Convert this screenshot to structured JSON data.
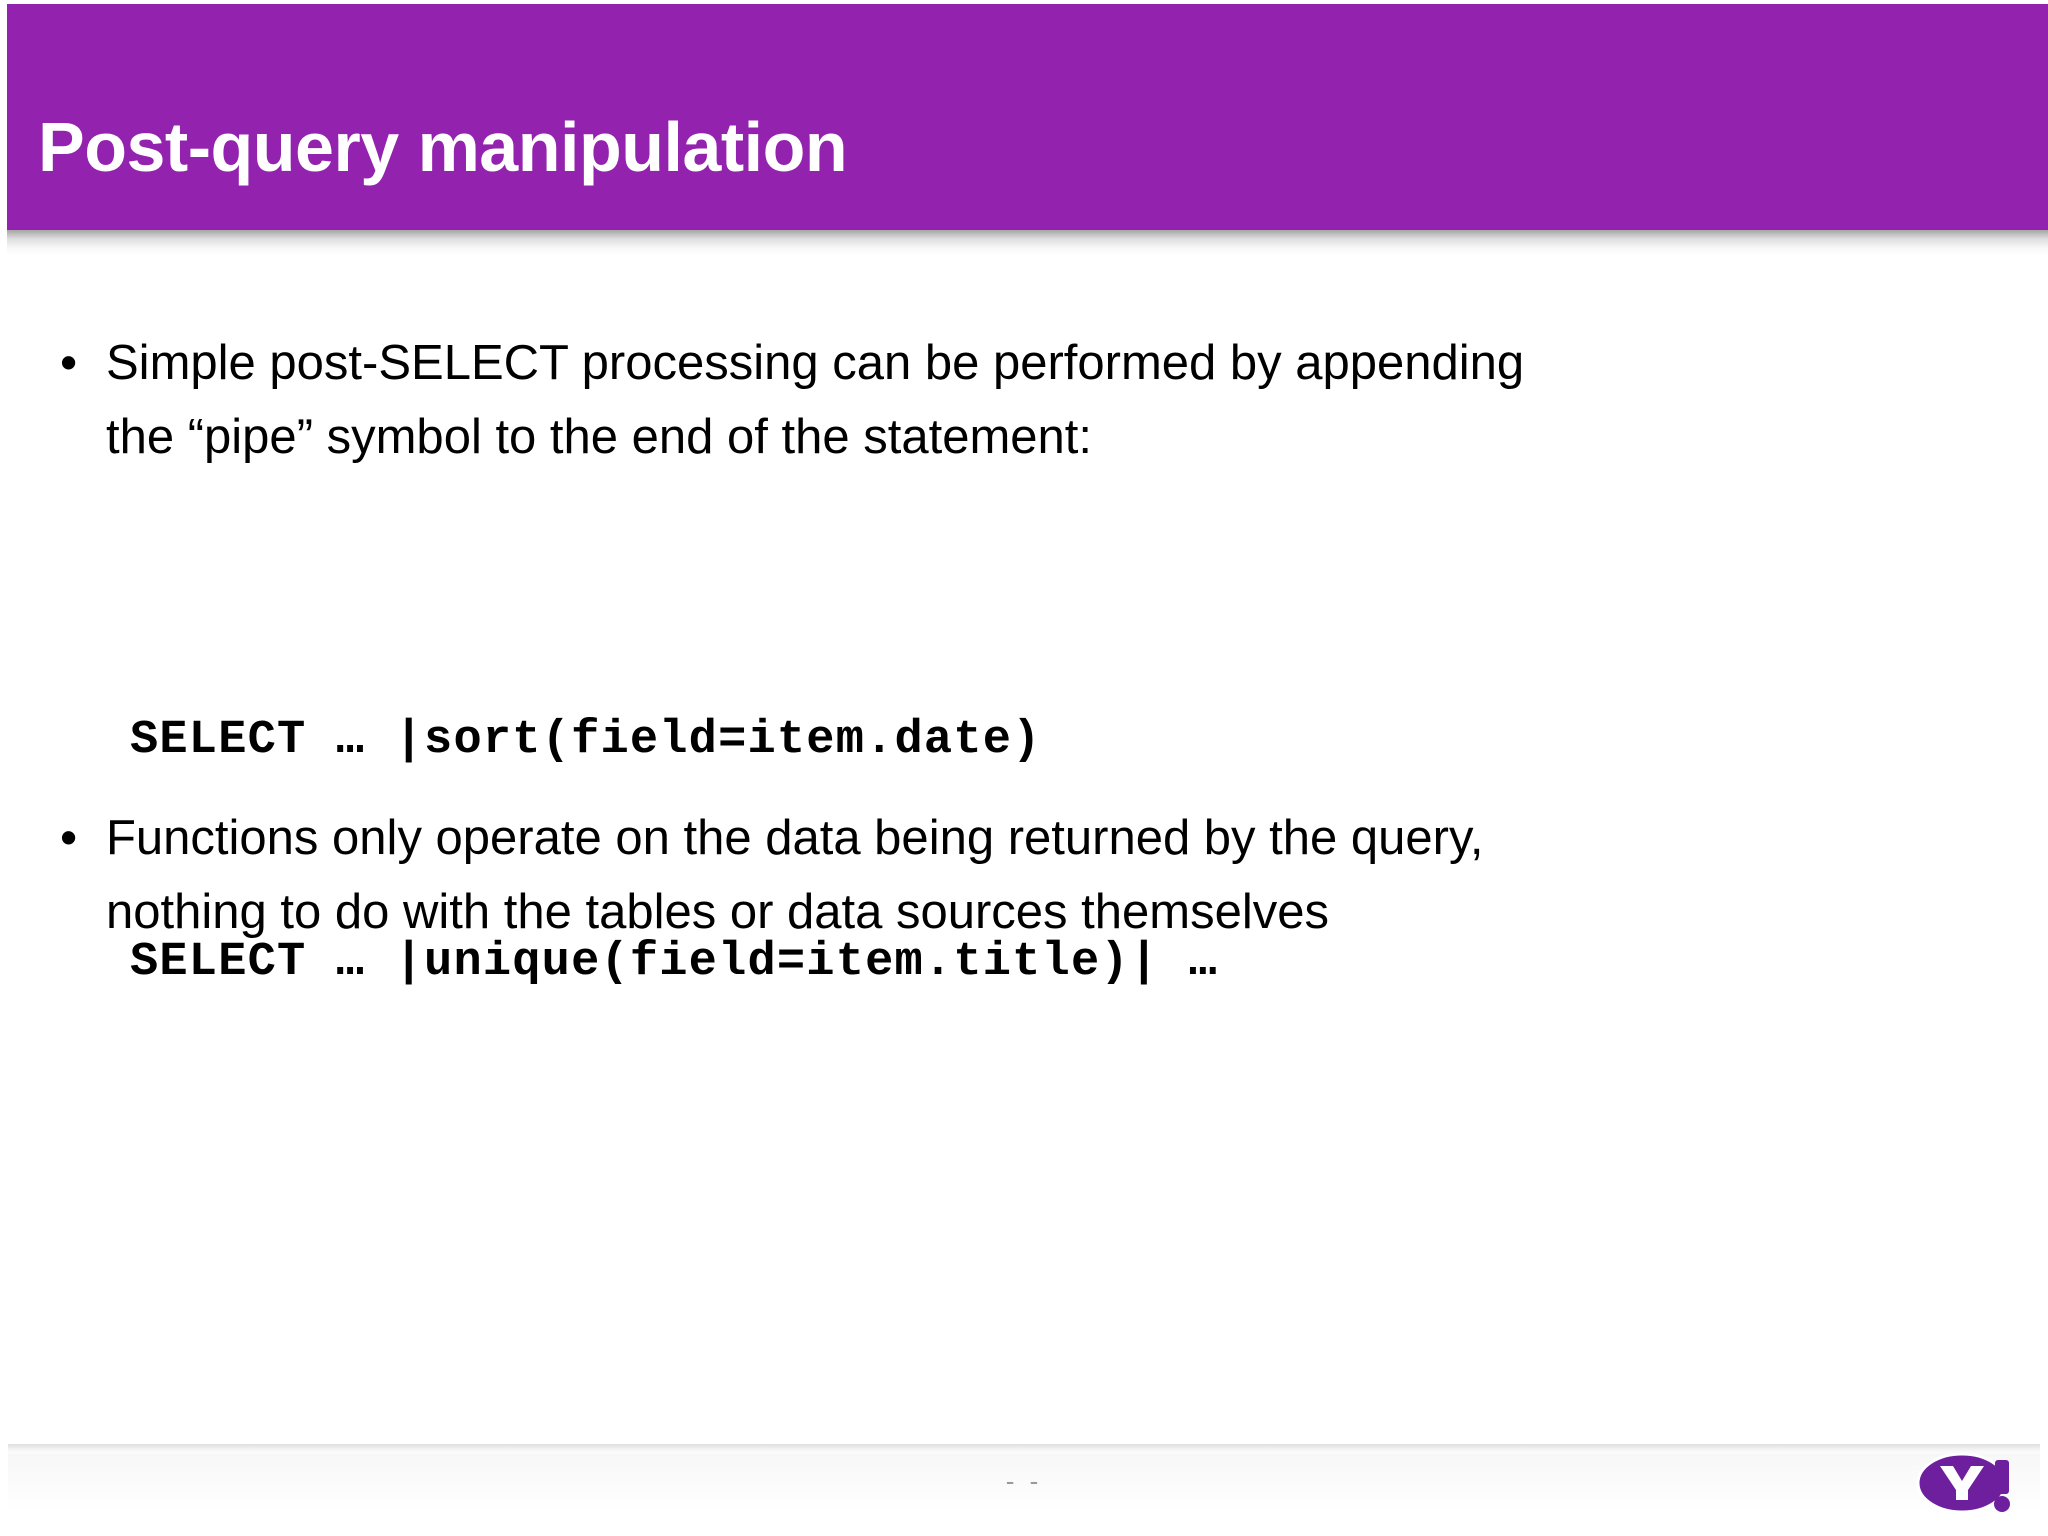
{
  "slide": {
    "title": "Post-query manipulation",
    "title_band_color": "#9323AE",
    "text_color": "#000000",
    "background_color": "#FFFFFF"
  },
  "content": {
    "bullets": [
      {
        "marker": "•",
        "lines": [
          "Simple post-SELECT processing can be performed by appending",
          "the “pipe” symbol to the end of the statement:"
        ]
      },
      {
        "marker": "•",
        "lines": [
          "Functions only operate on the data being returned by the query,",
          "nothing to do with the tables or data sources themselves"
        ]
      }
    ],
    "code_lines": [
      "SELECT … |sort(field=item.date)",
      "SELECT … |unique(field=item.title)| …"
    ]
  },
  "footer": {
    "page_number": "- -",
    "logo_name": "yahoo-logo",
    "logo_text": "Y!",
    "logo_color": "#6E1F9E"
  }
}
